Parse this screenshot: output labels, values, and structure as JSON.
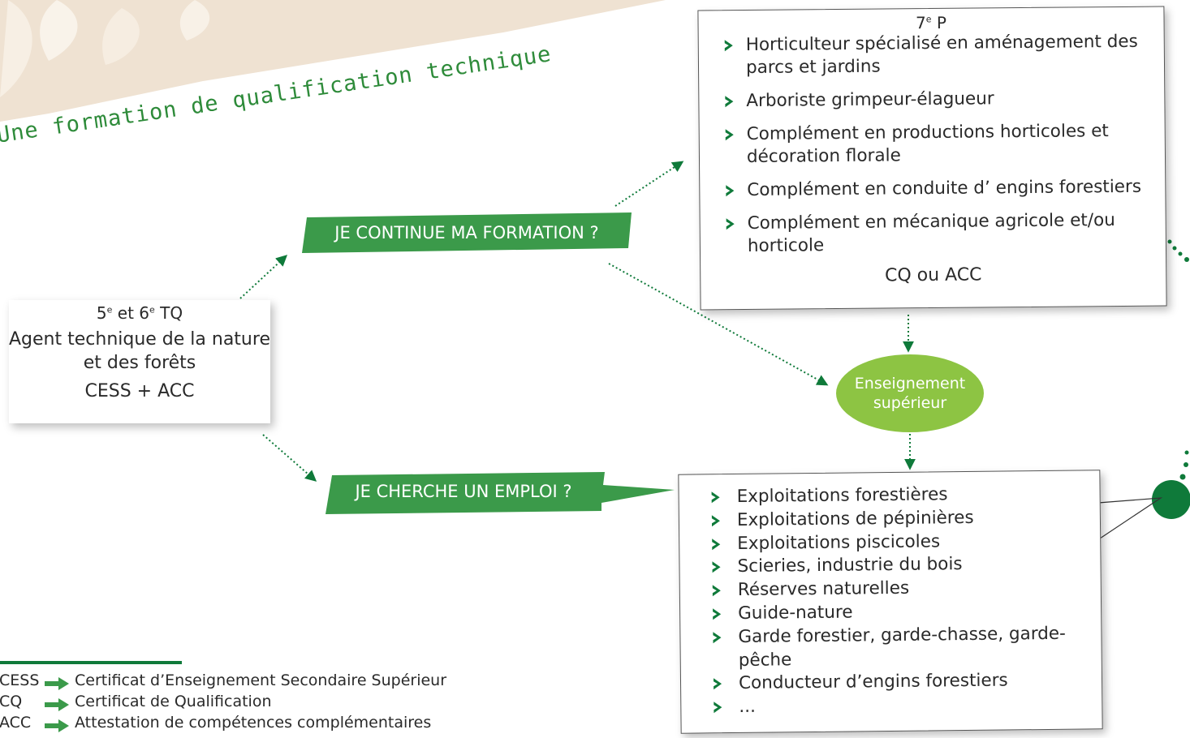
{
  "title": "Une formation de qualification technique",
  "start_box": {
    "level_prefix": "5",
    "level_sup_1": "e",
    "level_mid": " et 6",
    "level_sup_2": "e",
    "level_suffix": " TQ",
    "name": "Agent technique de la nature et des forêts",
    "certificate": "CESS + ACC"
  },
  "continue_banner": "JE CONTINUE MA FORMATION ?",
  "job_banner": "JE CHERCHE UN EMPLOI ?",
  "seventh_box": {
    "level_prefix": "7",
    "level_sup": "e",
    "level_suffix": " P",
    "items": [
      "Horticulteur spécialisé en aménagement des parcs et jardins",
      "Arboriste grimpeur-élagueur",
      "Complément en productions horticoles et décoration florale",
      "Complément en conduite d’ engins forestiers",
      "Complément en mécanique agricole et/ou horticole"
    ],
    "certificate": "CQ ou ACC"
  },
  "higher_education": {
    "line1": "Enseignement",
    "line2": "supérieur"
  },
  "jobs": {
    "items": [
      "Exploitations forestières",
      "Exploitations de pépinières",
      "Exploitations piscicoles",
      "Scieries, industrie du bois",
      "Réserves naturelles",
      "Guide-nature",
      "Garde forestier, garde-chasse, garde-pêche",
      "Conducteur d’engins forestiers",
      "..."
    ]
  },
  "legend": [
    {
      "abbr": "CESS",
      "full": "Certificat d’Enseignement Secondaire Supérieur"
    },
    {
      "abbr": "CQ",
      "full": "Certificat de Qualification"
    },
    {
      "abbr": "ACC",
      "full": "Attestation de compétences complémentaires"
    }
  ],
  "colors": {
    "dark_green": "#0f7a3a",
    "banner_green": "#3b9a4a",
    "light_green": "#8dc443",
    "title_green": "#2e8b3a",
    "beige": "#efe2d2"
  }
}
